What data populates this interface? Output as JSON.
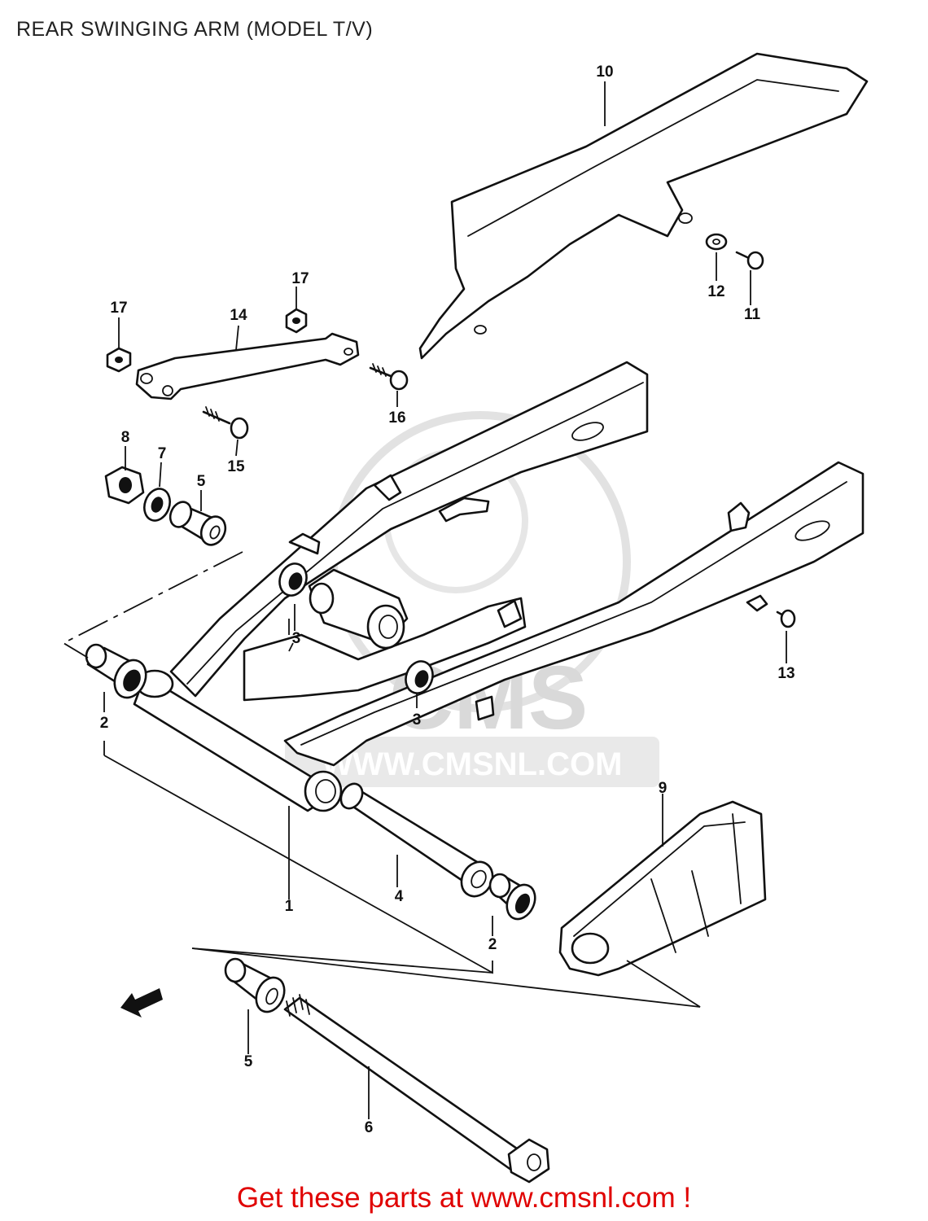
{
  "title": "REAR SWINGING ARM (MODEL T/V)",
  "footer": "Get these parts at www.cmsnl.com !",
  "watermark": {
    "brand": "CMS",
    "url": "WWW.CMSNL.COM"
  },
  "callouts": {
    "c1": "1",
    "c2a": "2",
    "c2b": "2",
    "c3a": "3",
    "c3b": "3",
    "c4": "4",
    "c5a": "5",
    "c5b": "5",
    "c6": "6",
    "c7": "7",
    "c8": "8",
    "c9": "9",
    "c10": "10",
    "c11": "11",
    "c12": "12",
    "c13": "13",
    "c14": "14",
    "c15": "15",
    "c16": "16",
    "c17a": "17",
    "c17b": "17"
  },
  "colors": {
    "footer_text": "#e00000",
    "line": "#111111",
    "watermark": "#d9d9d9"
  }
}
